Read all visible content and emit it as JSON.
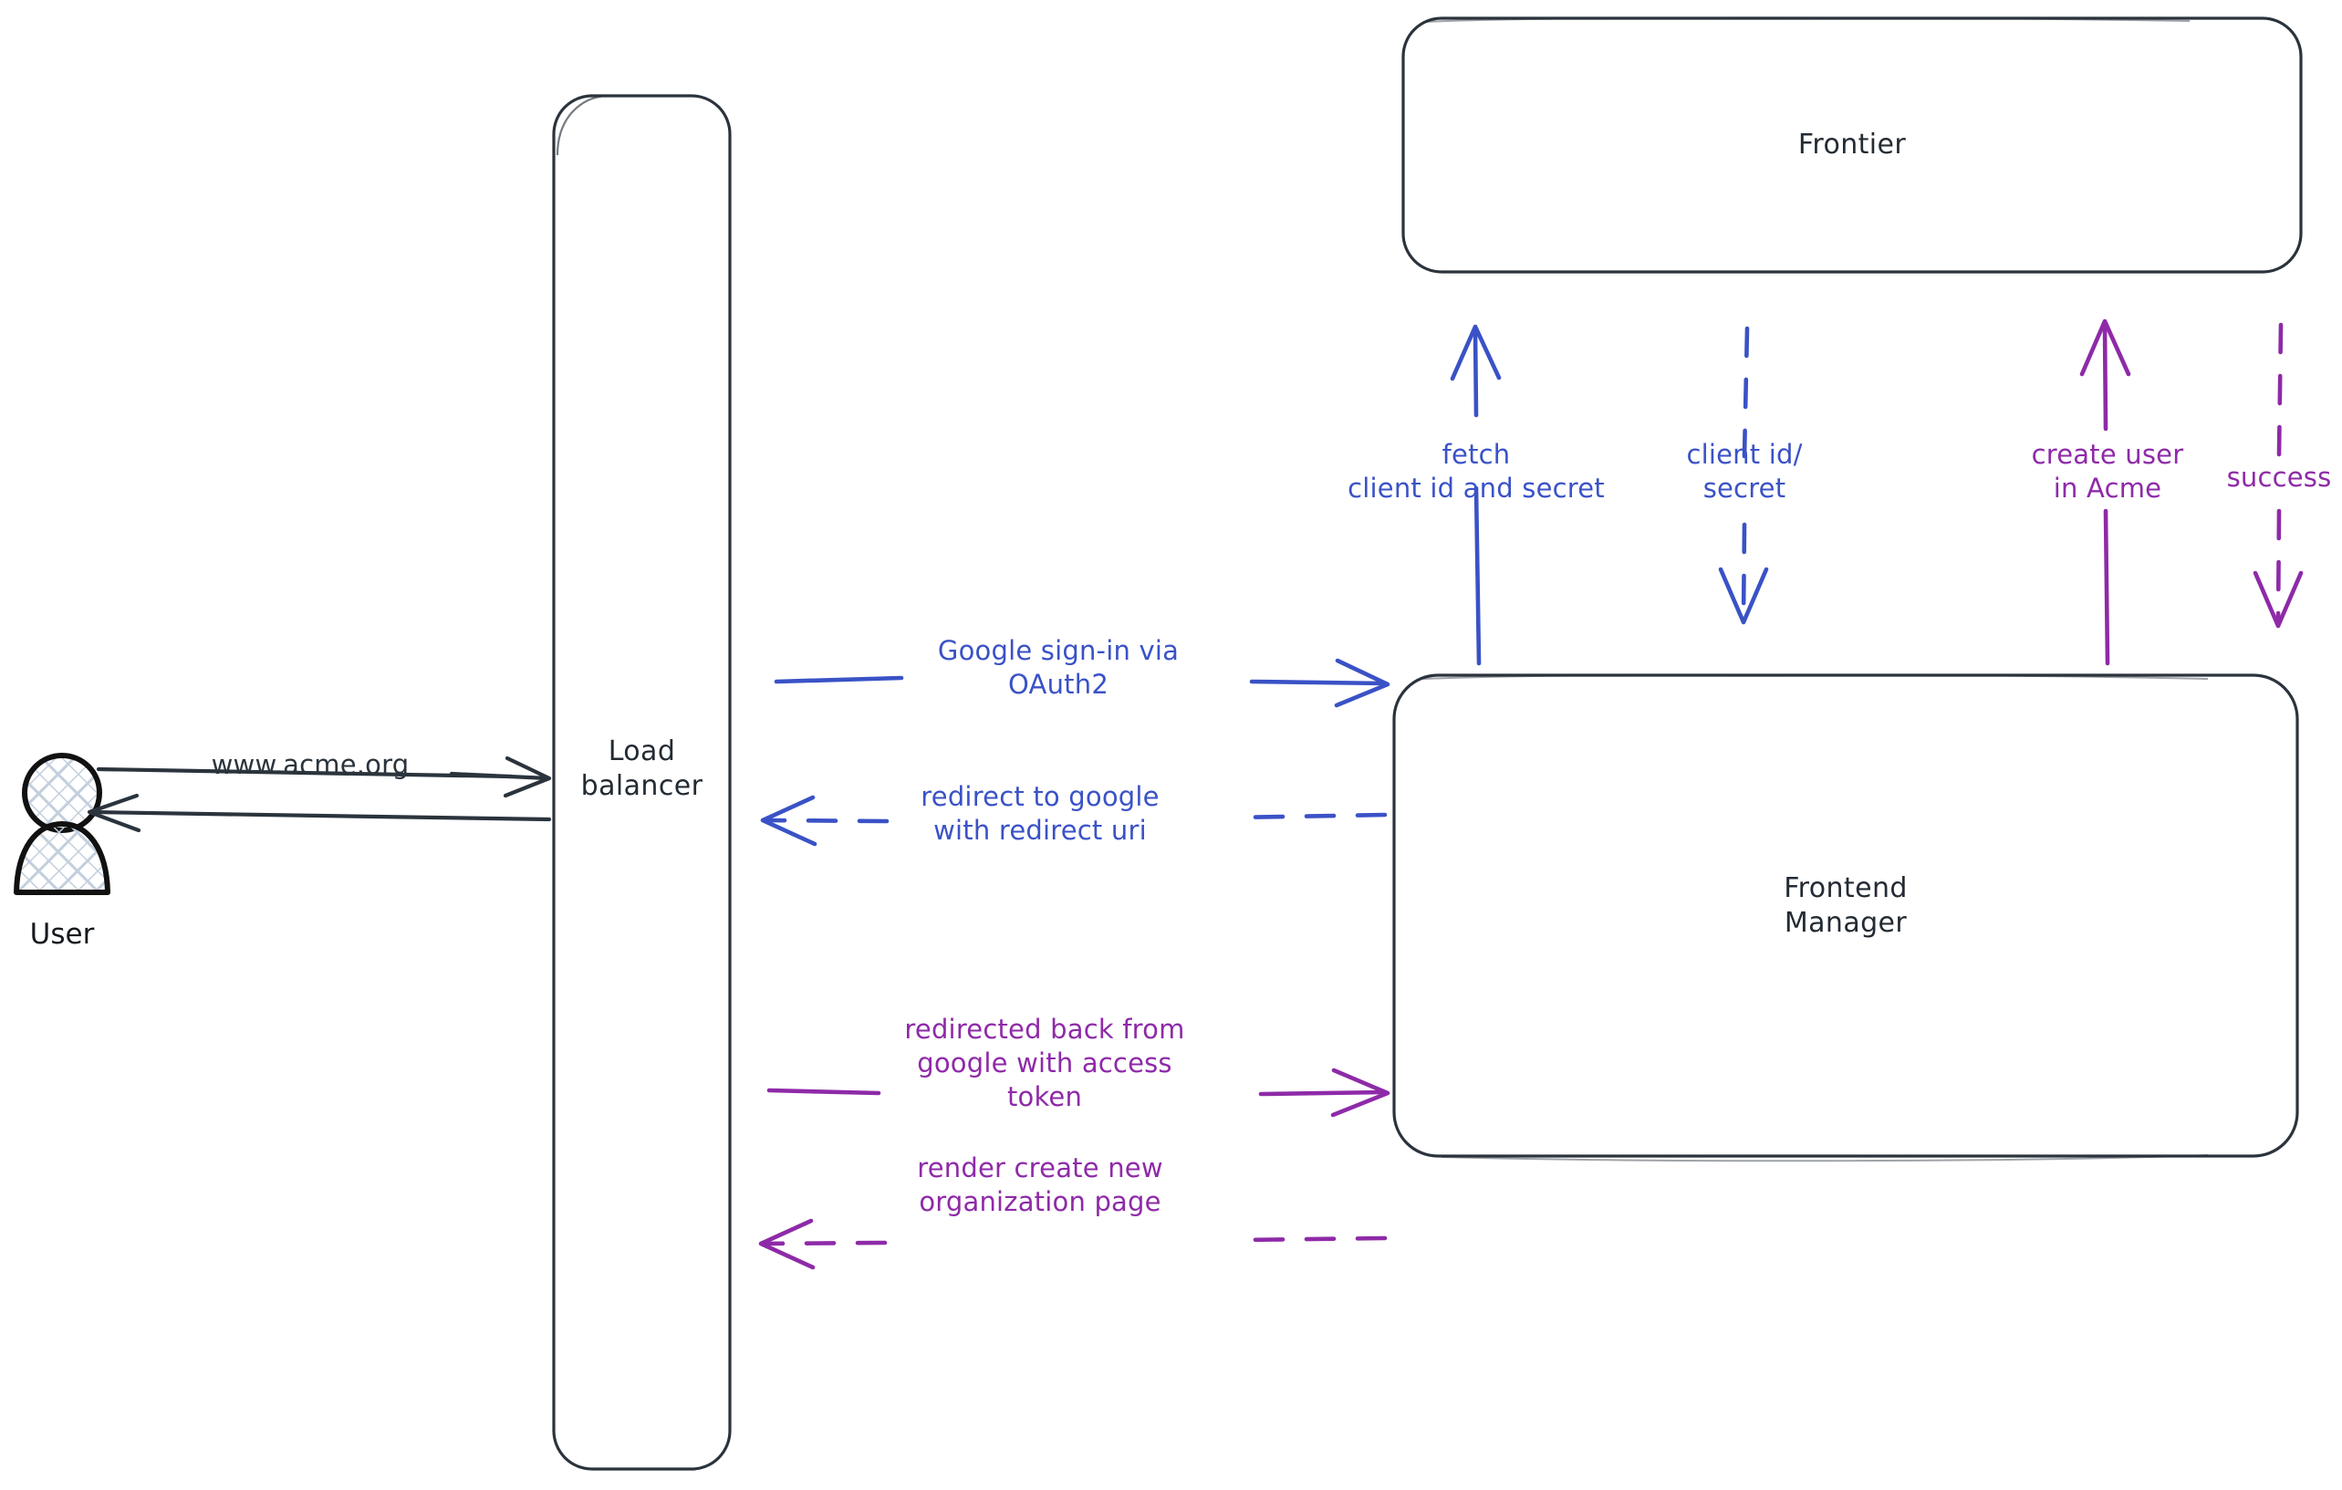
{
  "diagram": {
    "title": "Google OAuth2 sign-in flow",
    "background": "#ffffff",
    "colors": {
      "node_stroke": "#2b333c",
      "actor_stroke": "#111111",
      "actor_hatch": "#c3cfdd",
      "blue": "#3a52c6",
      "purple": "#8e2aa8",
      "dark": "#2b343d"
    }
  },
  "actors": [
    {
      "id": "user",
      "name": "User",
      "label": "User",
      "icon": "person-icon"
    }
  ],
  "nodes": [
    {
      "id": "load-balancer",
      "label": "Load\nbalancer",
      "shape": "rounded-rect"
    },
    {
      "id": "frontier",
      "label": "Frontier",
      "shape": "rounded-rect"
    },
    {
      "id": "frontend-manager",
      "label": "Frontend\nManager",
      "shape": "rounded-rect"
    }
  ],
  "edges": [
    {
      "id": "user-to-lb",
      "label": "www.acme.org",
      "from": "user",
      "to": "load-balancer",
      "color": "#2b343d",
      "style": "solid",
      "direction": "right"
    },
    {
      "id": "lb-to-user",
      "label": "",
      "from": "load-balancer",
      "to": "user",
      "color": "#2b343d",
      "style": "solid",
      "direction": "left"
    },
    {
      "id": "lb-to-fm-signin",
      "label": "Google sign-in via\nOAuth2",
      "from": "load-balancer",
      "to": "frontend-manager",
      "color": "#3a52c6",
      "style": "solid",
      "direction": "right"
    },
    {
      "id": "fm-to-lb-redirect",
      "label": "redirect to google\nwith redirect uri",
      "from": "frontend-manager",
      "to": "load-balancer",
      "color": "#3a52c6",
      "style": "dashed",
      "direction": "left"
    },
    {
      "id": "lb-to-fm-token",
      "label": "redirected back from\ngoogle with access\ntoken",
      "from": "load-balancer",
      "to": "frontend-manager",
      "color": "#8e2aa8",
      "style": "solid",
      "direction": "right"
    },
    {
      "id": "fm-to-lb-render",
      "label": "render create new\norganization page",
      "from": "frontend-manager",
      "to": "load-balancer",
      "color": "#8e2aa8",
      "style": "dashed",
      "direction": "left"
    },
    {
      "id": "fm-to-frontier-fetch",
      "label": "fetch\nclient id and secret",
      "from": "frontend-manager",
      "to": "frontier",
      "color": "#3a52c6",
      "style": "solid",
      "direction": "up"
    },
    {
      "id": "frontier-to-fm-creds",
      "label": "client id/\nsecret",
      "from": "frontier",
      "to": "frontend-manager",
      "color": "#3a52c6",
      "style": "dashed",
      "direction": "down"
    },
    {
      "id": "fm-to-frontier-create",
      "label": "create user\nin Acme",
      "from": "frontend-manager",
      "to": "frontier",
      "color": "#8e2aa8",
      "style": "solid",
      "direction": "up"
    },
    {
      "id": "frontier-to-fm-success",
      "label": "success",
      "from": "frontier",
      "to": "frontend-manager",
      "color": "#8e2aa8",
      "style": "dashed",
      "direction": "down"
    }
  ]
}
